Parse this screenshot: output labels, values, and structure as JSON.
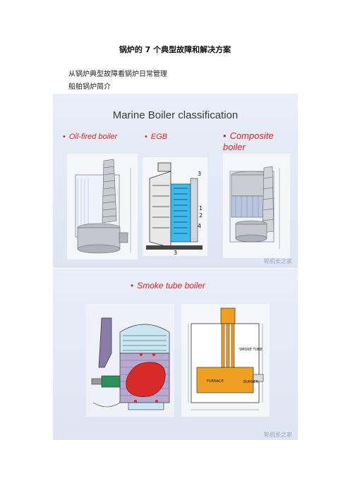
{
  "document": {
    "title": "锅炉的 7 个典型故障和解决方案",
    "paragraphs": [
      "从锅炉典型故障看锅炉日常管理",
      "船舶锅炉简介"
    ]
  },
  "slide1": {
    "title": "Marine Boiler classification",
    "bullets": [
      "Oil-fired boiler",
      "EGB",
      "Composite boiler"
    ],
    "watermark": "轮机长之家"
  },
  "slide2": {
    "bullets": [
      "Smoke tube boiler"
    ],
    "labels": {
      "smoke_tube": "SMOKE TUBE",
      "furnace": "FURNACE",
      "burner": "BURNER"
    },
    "watermark": "轮机长之家"
  },
  "colors": {
    "slide_bg": "#e3e9f5",
    "bullet_red": "#e02020",
    "water_blue": "#4ab8e8",
    "flame_red": "#d92a2a",
    "smoke_orange": "#f0a020"
  }
}
